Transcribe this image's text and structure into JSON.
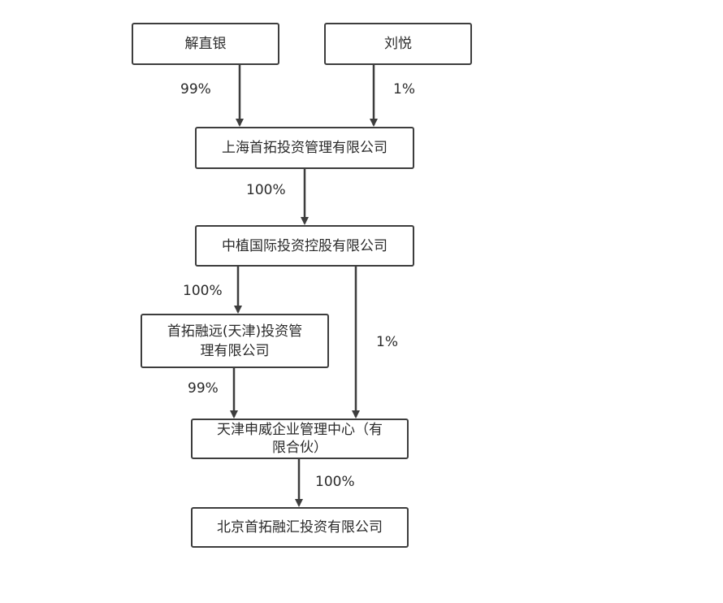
{
  "entities": {
    "xie_zhiyin": "解直银",
    "liu_yue": "刘悦",
    "shanghai_shoutuo": "上海首拓投资管理有限公司",
    "zhongzhi_guoji": "中植国际投资控股有限公司",
    "shoutuo_rongyuan_line1": "首拓融远(天津)投资管",
    "shoutuo_rongyuan_line2": "理有限公司",
    "tianjin_shenwei_line1": "天津申威企业管理中心（有",
    "tianjin_shenwei_line2": "限合伙）",
    "beijing_shoutuo": "北京首拓融汇投资有限公司"
  },
  "edges": {
    "xie_to_shanghai": "99%",
    "liu_to_shanghai": "1%",
    "shanghai_to_zhongzhi": "100%",
    "zhongzhi_to_rongyuan": "100%",
    "zhongzhi_to_shenwei": "1%",
    "rongyuan_to_shenwei": "99%",
    "shenwei_to_beijing": "100%"
  },
  "colors": {
    "line": "#3d3d3d",
    "text": "#2a2a2a",
    "background": "#ffffff"
  }
}
